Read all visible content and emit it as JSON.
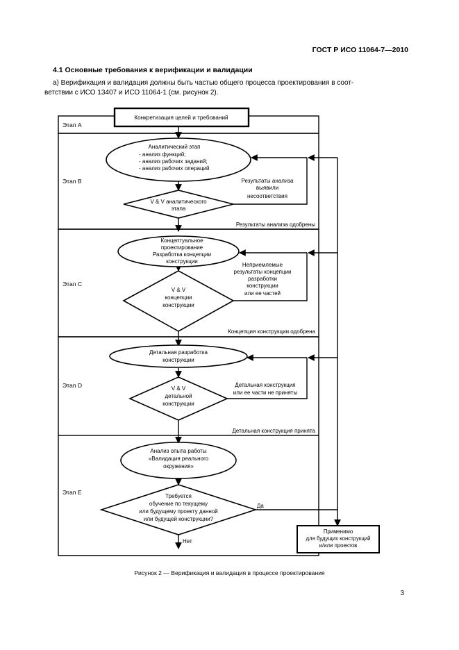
{
  "header": {
    "doc_id": "ГОСТ Р ИСО 11064-7—2010"
  },
  "section": {
    "heading": "4.1  Основные требования к верификации и валидации"
  },
  "intro": {
    "line1": "а) Верификация и валидация должны быть частью общего процесса проектирования в соот-",
    "line2": "ветствии с ИСО 13407 и ИСО 11064-1 (см. рисунок 2)."
  },
  "flowchart": {
    "start": "Конкретизация целей и требований",
    "stages": {
      "a": "Этап A",
      "b": "Этап B",
      "c": "Этап C",
      "d": "Этап D",
      "e": "Этап E"
    },
    "stage_b": {
      "process": [
        "Аналитический этап",
        "- анализ функций;",
        "- анализ рабочих заданий;",
        "- анализ рабочих операций"
      ],
      "decision": [
        "V & V аналитического",
        "этапа"
      ],
      "feedback": [
        "Результаты анализа",
        "выявили",
        "несоответствия"
      ],
      "approved": "Результаты анализа одобрены"
    },
    "stage_c": {
      "process": [
        "Концептуальное",
        "проектирование",
        "Разработка концепции",
        "конструкции"
      ],
      "decision": [
        "V & V",
        "концепции",
        "конструкции"
      ],
      "feedback": [
        "Неприемлемые",
        "результаты концепции",
        "разработки",
        "конструкции",
        "или ее частей"
      ],
      "approved": "Концепция конструкции одобрена"
    },
    "stage_d": {
      "process": [
        "Детальная разработка",
        "конструкции"
      ],
      "decision": [
        "V & V",
        "детальной",
        "конструкции"
      ],
      "feedback": [
        "Детальная конструкция",
        "или ее части не приняты"
      ],
      "approved": "Детальная конструкция принята"
    },
    "stage_e": {
      "process": [
        "Анализ опыта работы",
        "«Валидация реального",
        "окружения»"
      ],
      "decision": [
        "Требуется",
        "обучение по текущему",
        "или будущему проекту данной",
        "или будущей конструкции?"
      ],
      "yes": "Да",
      "no": "Нет",
      "output": [
        "Применимо",
        "для будущих конструкций",
        "и/или проектов"
      ]
    }
  },
  "caption": "Рисунок 2 — Верификация и валидация в процессе проектирования",
  "page_number": "3"
}
